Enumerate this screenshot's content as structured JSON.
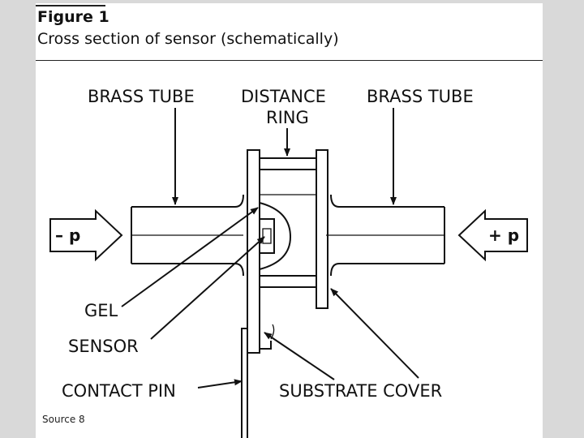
{
  "figure": {
    "title": "Figure 1",
    "subtitle": "Cross section of sensor (schematically)",
    "source": "Source 8"
  },
  "labels": {
    "brass_tube_left": "BRASS TUBE",
    "distance_ring_line1": "DISTANCE",
    "distance_ring_line2": "RING",
    "brass_tube_right": "BRASS TUBE",
    "minus_p": "– p",
    "plus_p": "+ p",
    "gel": "GEL",
    "sensor": "SENSOR",
    "contact_pin": "CONTACT PIN",
    "substrate_cover": "SUBSTRATE  COVER"
  }
}
